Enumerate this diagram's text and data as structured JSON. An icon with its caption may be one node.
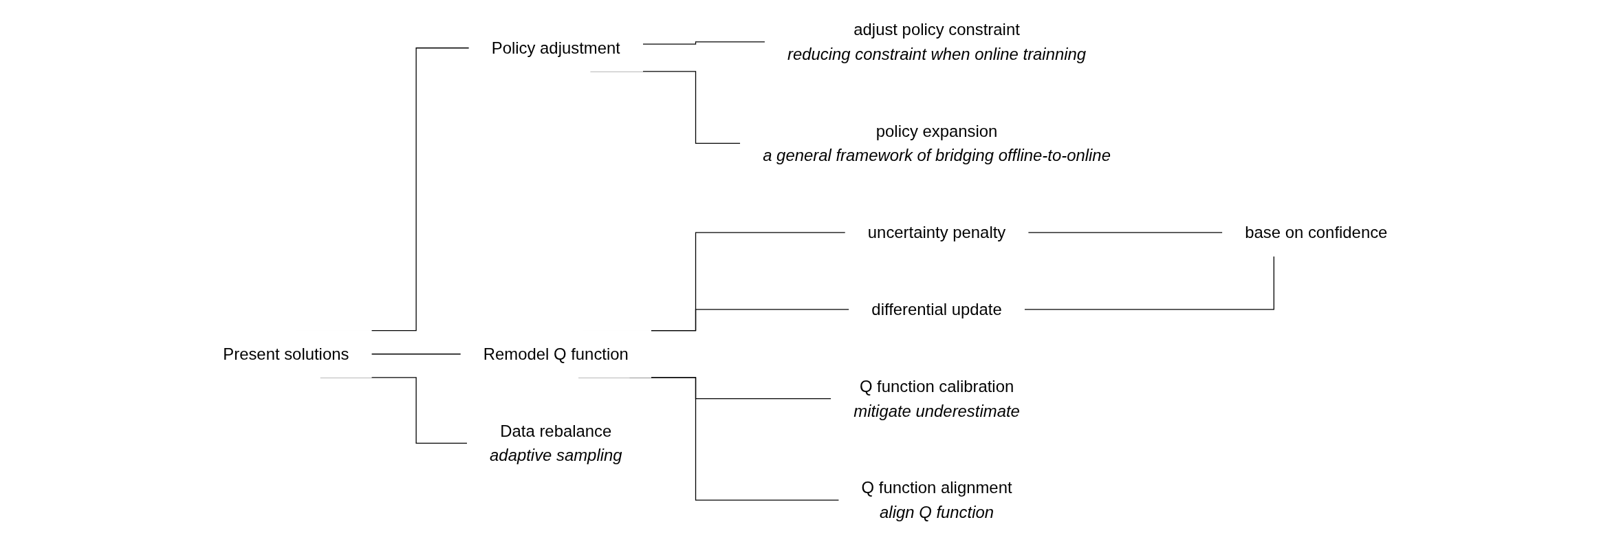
{
  "diagram": {
    "nodes": [
      {
        "text": [
          "Present solutions"
        ]
      },
      {
        "text": [
          "Policy adjustment"
        ]
      },
      {
        "text": [
          "Remodel Q function"
        ]
      },
      {
        "text": [
          "Data rebalance",
          "adaptive sampling"
        ]
      },
      {
        "text": [
          "adjust policy constraint",
          "reducing constraint when online trainning"
        ]
      },
      {
        "text": [
          "policy expansion",
          "a general framework of bridging offline-to-online"
        ]
      },
      {
        "text": [
          "uncertainty penalty"
        ]
      },
      {
        "text": [
          "differential update"
        ]
      },
      {
        "text": [
          "Q function calibration",
          "mitigate underestimate"
        ]
      },
      {
        "text": [
          "Q function alignment",
          "align Q function"
        ]
      },
      {
        "text": [
          "base on confidence"
        ]
      }
    ],
    "edges": [
      {
        "from": 0,
        "to": 1,
        "arrow": "none"
      },
      {
        "from": 0,
        "to": 2,
        "arrow": "none"
      },
      {
        "from": 0,
        "to": 3,
        "arrow": "none"
      },
      {
        "from": 1,
        "to": 4,
        "arrow": "none"
      },
      {
        "from": 1,
        "to": 5,
        "arrow": "none"
      },
      {
        "from": 2,
        "to": 6,
        "arrow": "none"
      },
      {
        "from": 2,
        "to": 7,
        "arrow": "none"
      },
      {
        "from": 2,
        "to": 8,
        "arrow": "none"
      },
      {
        "from": 2,
        "to": 9,
        "arrow": "none"
      },
      {
        "from": 6,
        "to": 10,
        "arrow": "none"
      },
      {
        "from": 7,
        "to": 10,
        "arrow": "none"
      }
    ]
  }
}
